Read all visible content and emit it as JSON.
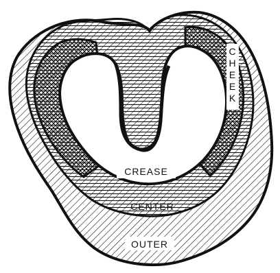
{
  "diagram": {
    "labels": {
      "crease": "CREASE",
      "center": "CENTER",
      "outer": "OUTER",
      "cheek": "CHEEK"
    },
    "regions": [
      {
        "name": "OUTER",
        "fill": "diagonal-hatch"
      },
      {
        "name": "CREASE",
        "fill": "horizontal-lines"
      },
      {
        "name": "CHEEK",
        "fill": "cross-hatch"
      },
      {
        "name": "CENTER",
        "fill": "blank"
      }
    ],
    "colors": {
      "ink": "#111111",
      "paper": "#ffffff"
    }
  }
}
